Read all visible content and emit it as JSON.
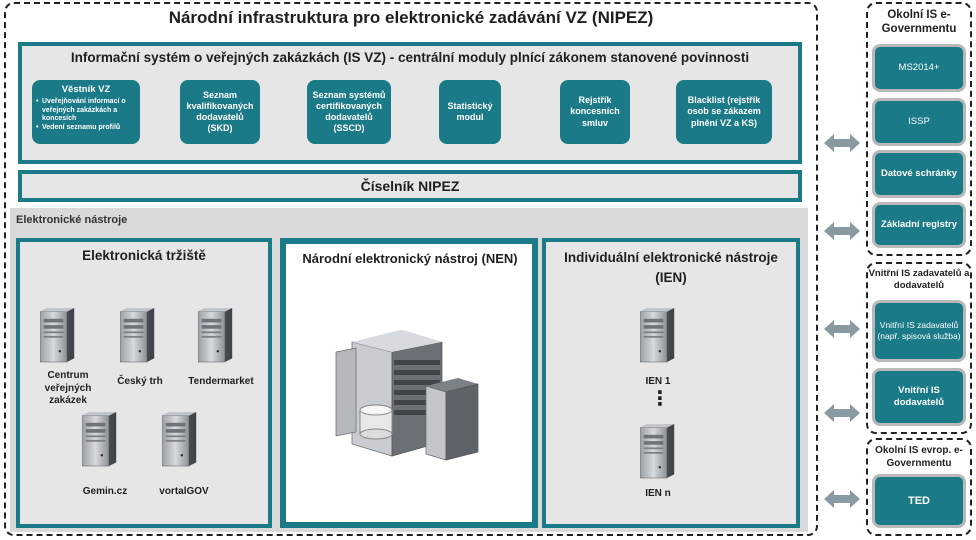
{
  "main_title": "Národní infrastruktura pro elektronické zadávání VZ (NIPEZ)",
  "isvz": {
    "title": "Informační systém o veřejných zakázkách (IS VZ) - centrální moduly plnící zákonem stanovené povinnosti",
    "vestnik": {
      "title": "Věstník VZ",
      "bullets": [
        "Uveřejňování informací o veřejných zakázkách a koncesích",
        "Vedení seznamu profilů"
      ]
    },
    "modules": [
      "Seznam kvalifikovaných dodavatelů (SKD)",
      "Seznam systémů certifikovaných dodavatelů (SSCD)",
      "Statistický modul",
      "Rejstřík koncesních smluv",
      "Blacklist (rejstřík osob se zákazem plnění VZ a KS)"
    ]
  },
  "ciselnik": "Číselník NIPEZ",
  "electronic": {
    "label": "Elektronické nástroje",
    "trziste": {
      "title": "Elektronická tržiště",
      "servers": [
        "Centrum veřejných zakázek",
        "Český trh",
        "Tendermarket",
        "Gemin.cz",
        "vortalGOV"
      ]
    },
    "nen": {
      "title": "Národní elektronický nástroj (NEN)"
    },
    "ien": {
      "title": "Individuální elektronické nástroje (IEN)",
      "servers": [
        "IEN 1",
        "IEN n"
      ],
      "dots": "⋮"
    }
  },
  "right": {
    "okolni_title": "Okolní IS e-Governmentu",
    "okolni_items": [
      "MS2014+",
      "ISSP",
      "Datové schránky",
      "Základní registry"
    ],
    "vnitrni_title": "Vnitřní IS zadavatelů a dodavatelů",
    "vnitrni_items": [
      "Vnitřní IS zadavatelů (např. spisová služba)",
      "Vnitřní IS dodavatelů"
    ],
    "evrop_title": "Okolní IS evrop. e-Governmentu",
    "evrop_items": [
      "TED"
    ]
  },
  "colors": {
    "teal": "#1b7a87",
    "gray_bg": "#d9d9d9",
    "light_gray": "#e6e6e6",
    "arrow": "#8a9aa3"
  }
}
